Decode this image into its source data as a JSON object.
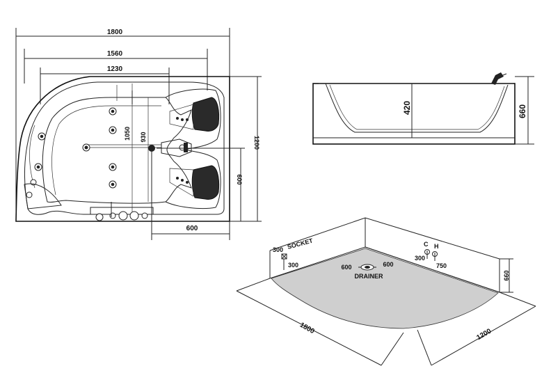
{
  "top_view": {
    "overall_length": "1800",
    "inner_length": "1560",
    "basin_length": "1230",
    "depth_1050": "1050",
    "depth_930": "930",
    "width": "1200",
    "half_width": "600",
    "drain_offset": "600"
  },
  "side_view": {
    "inner_height": "420",
    "outer_height": "660"
  },
  "floor_plan": {
    "socket_size": "300",
    "socket_label": "SOCKET",
    "socket_offset": "300",
    "drain_left": "600",
    "drain_right": "600",
    "drainer_label": "DRAINER",
    "cold_label": "C",
    "hot_label": "H",
    "tap_offset": "300",
    "tap_distance": "750",
    "wall_height": "660",
    "length": "1800",
    "width": "1200"
  }
}
